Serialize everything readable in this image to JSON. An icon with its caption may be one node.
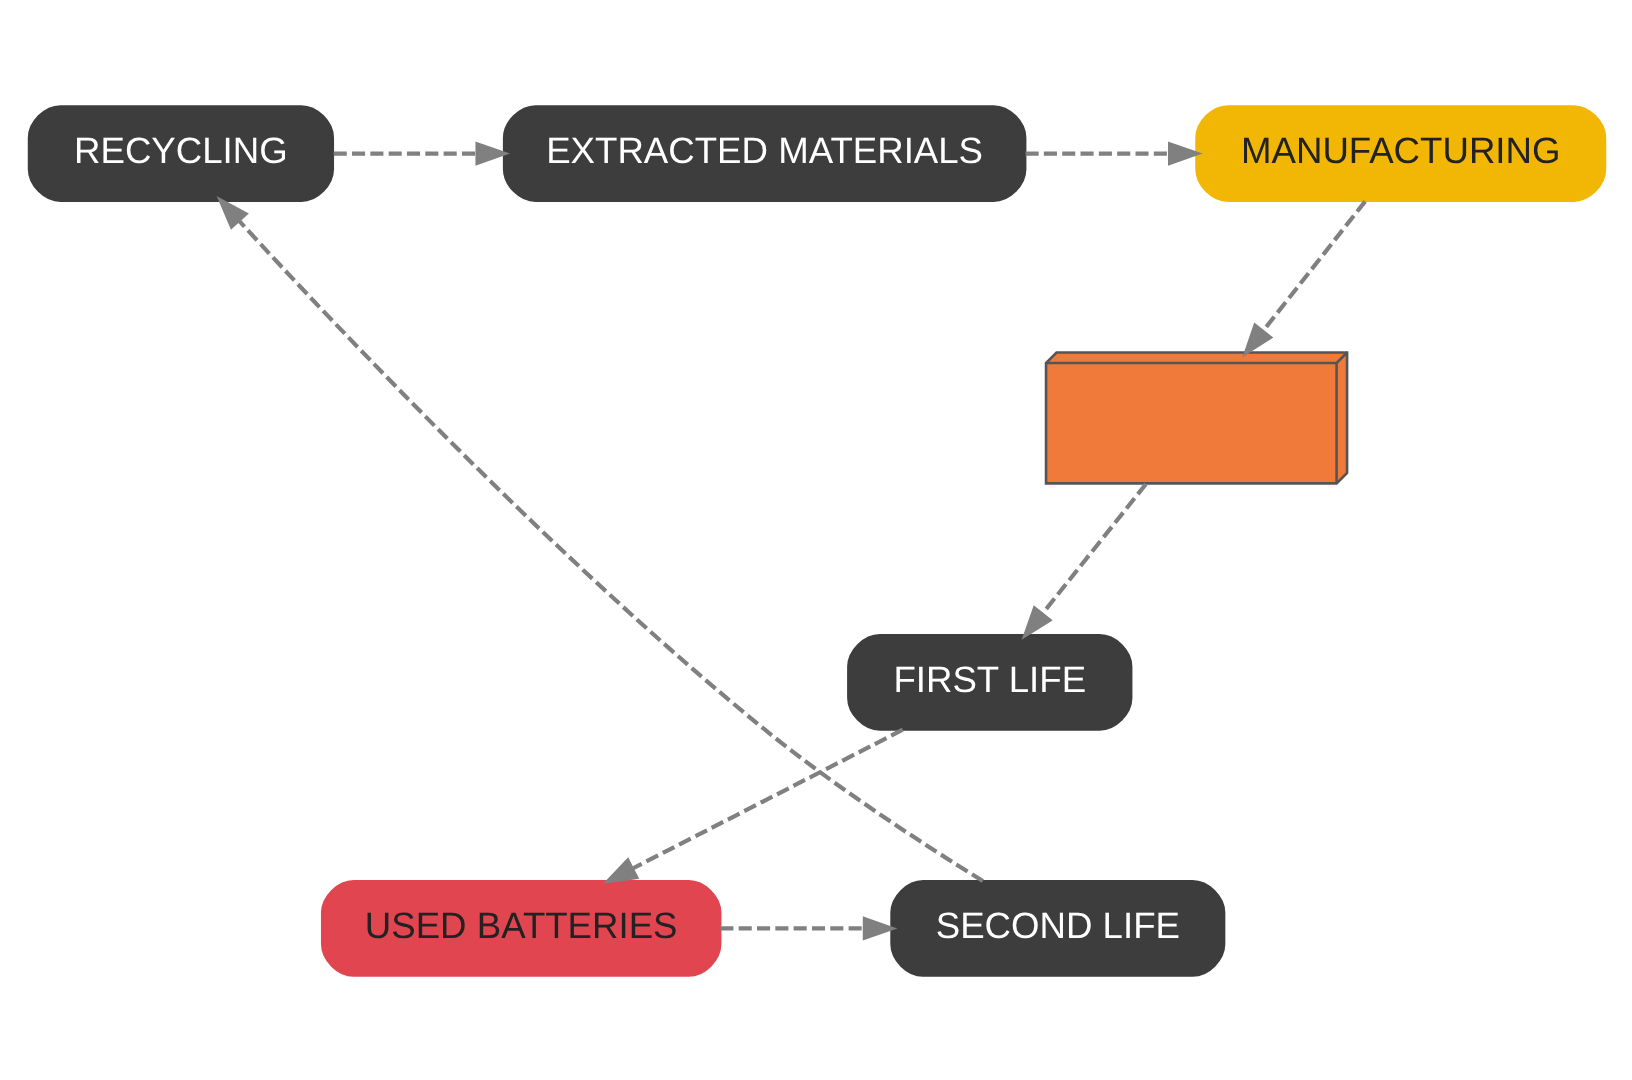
{
  "diagram": {
    "nodes": [
      {
        "text": [
          "MANUFACTURING"
        ]
      },
      {
        "text": [
          "EXTRACTED MATERIALS"
        ]
      },
      {
        "text": [
          "RECYCLING"
        ]
      },
      {
        "text": [],
        "shape": "picture"
      },
      {
        "text": [
          "FIRST LIFE"
        ]
      },
      {
        "text": [
          "USED BATTERIES"
        ]
      },
      {
        "text": [
          "SECOND LIFE"
        ]
      }
    ],
    "edges": [
      {
        "from": 2,
        "to": 1,
        "arrow": "to",
        "style": "dashed"
      },
      {
        "from": 1,
        "to": 0,
        "arrow": "to",
        "style": "dashed"
      },
      {
        "from": 0,
        "to": 3,
        "arrow": "to",
        "style": "dashed"
      },
      {
        "from": 3,
        "to": 4,
        "arrow": "to",
        "style": "dashed"
      },
      {
        "from": 4,
        "to": 5,
        "arrow": "to",
        "style": "dashed"
      },
      {
        "from": 5,
        "to": 6,
        "arrow": "to",
        "style": "dashed"
      },
      {
        "from": 6,
        "to": 2,
        "arrow": "to",
        "style": "dashed"
      }
    ]
  }
}
